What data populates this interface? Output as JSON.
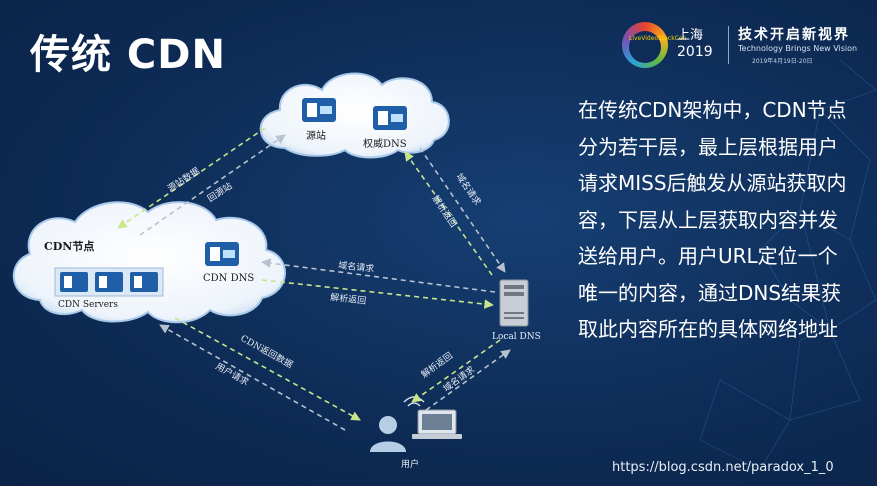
{
  "slide": {
    "title": "传统 CDN",
    "paragraph": "在传统CDN架构中，CDN节点分为若干层，最上层根据用户请求MISS后触发从源站获取内容，下层从上层获取内容并发送给用户。用户URL定位一个唯一的内容，通过DNS结果获取此内容所在的具体网络地址",
    "watermark": "https://blog.csdn.net/paradox_1_0"
  },
  "brand": {
    "logo_text": "LiveVideoStackCon",
    "city": "上海",
    "year": "2019",
    "slogan_cn": "技术开启新视界",
    "slogan_en": "Technology Brings New Vision",
    "date": "2019年4月19日-20日"
  },
  "diagram": {
    "nodes": {
      "origin_label": "源站",
      "auth_dns_label": "权威DNS",
      "cdn_node_label": "CDN节点",
      "cdn_servers_label": "CDN Servers",
      "cdn_dns_label": "CDN DNS",
      "local_dns_label": "Local DNS",
      "user_label": "用户"
    },
    "edges": {
      "origin_data": "源站数据",
      "back_to_origin": "回源站",
      "domain_request_1": "域名请求",
      "resolve_return_1": "解析返回",
      "domain_request_2": "域名请求",
      "resolve_return_2": "解析返回",
      "cdn_return_data": "CDN返回数据",
      "user_request": "用户请求",
      "resolve_return_3": "解析返回",
      "domain_request_3": "域名请求"
    }
  },
  "colors": {
    "background": "#0e2c57",
    "arrow_green": "#c9e58a",
    "arrow_gray": "#b8c2cf",
    "server_blue": "#1f5fa8"
  }
}
